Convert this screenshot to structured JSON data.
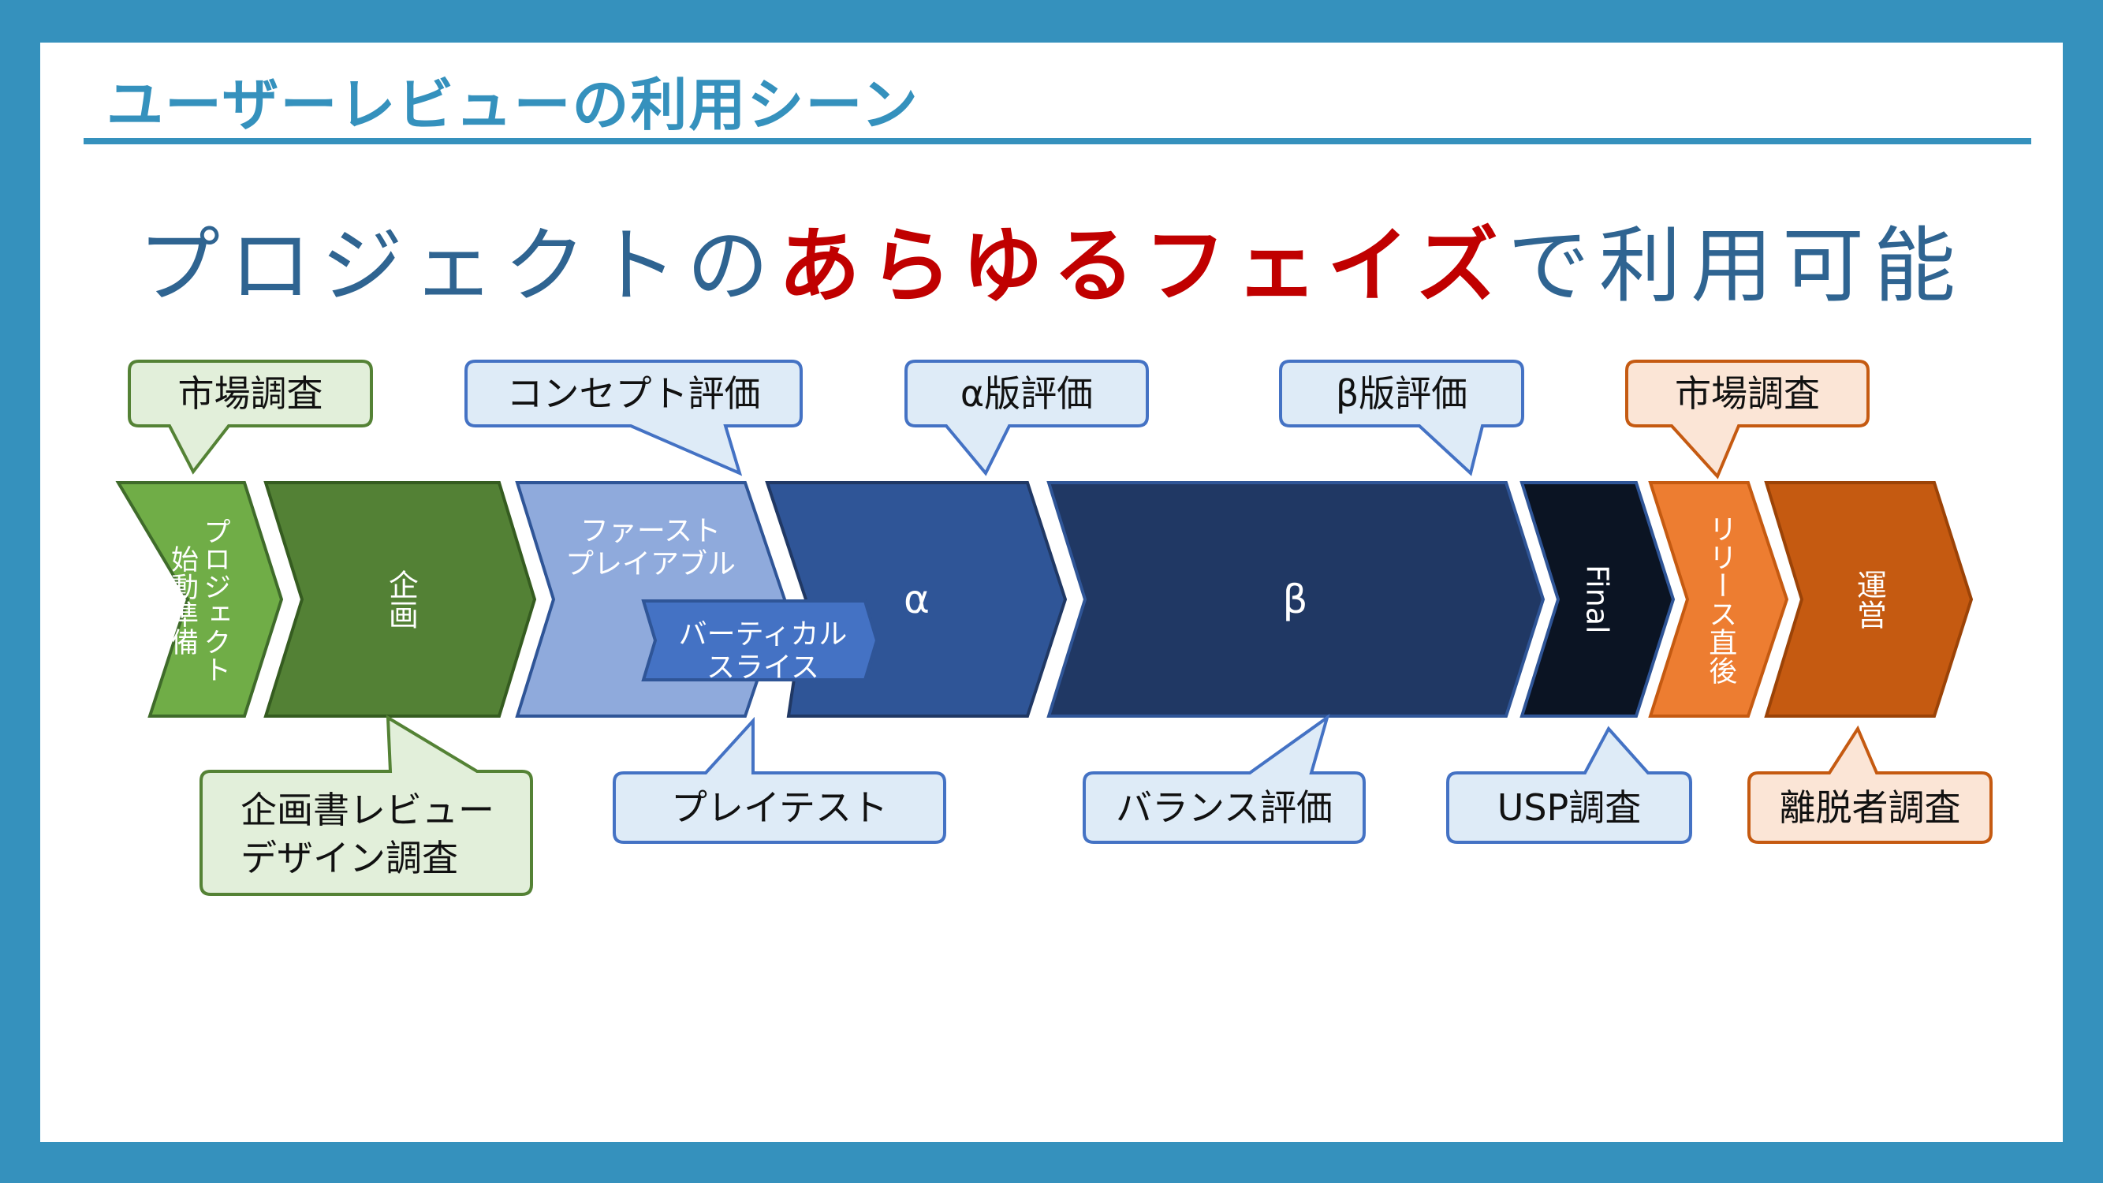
{
  "slide": {
    "title": "ユーザーレビューの利用シーン",
    "headline": {
      "prefix": "プロジェクトの",
      "emphasis": "あらゆるフェイズ",
      "suffix": "で利用可能"
    }
  },
  "colors": {
    "frame": "#3591bd",
    "emphasis": "#c00000",
    "headline": "#2f6491",
    "green_light": "#70ad47",
    "green_dark": "#538135",
    "blue_pale": "#8faadc",
    "blue_mid": "#4472c4",
    "blue": "#2f5597",
    "navy": "#203864",
    "navy_dark": "#0b1423",
    "orange": "#ed7d31",
    "orange_dark": "#c55a11"
  },
  "phases": [
    {
      "id": "kickoff",
      "label": "プロジェクト始動準備"
    },
    {
      "id": "planning",
      "label": "企画"
    },
    {
      "id": "first_playable",
      "label": "ファースト\nプレイアブル"
    },
    {
      "id": "vertical_slice",
      "label": "バーティカル\nスライス"
    },
    {
      "id": "alpha",
      "label": "α"
    },
    {
      "id": "beta",
      "label": "β"
    },
    {
      "id": "final",
      "label": "Final"
    },
    {
      "id": "just_before_release",
      "label": "リリース直後"
    },
    {
      "id": "operation",
      "label": "運営"
    }
  ],
  "reviews_top": [
    {
      "id": "market_research_1",
      "label": "市場調査"
    },
    {
      "id": "concept_evaluation",
      "label": "コンセプト評価"
    },
    {
      "id": "alpha_evaluation",
      "label": "α版評価"
    },
    {
      "id": "beta_evaluation",
      "label": "β版評価"
    },
    {
      "id": "market_research_2",
      "label": "市場調査"
    }
  ],
  "reviews_bottom": [
    {
      "id": "proposal_review",
      "label": "企画書レビュー\nデザイン調査"
    },
    {
      "id": "playtest",
      "label": "プレイテスト"
    },
    {
      "id": "balance_evaluation",
      "label": "バランス評価"
    },
    {
      "id": "usp_research",
      "label": "USP調査"
    },
    {
      "id": "churn_research",
      "label": "離脱者調査"
    }
  ]
}
